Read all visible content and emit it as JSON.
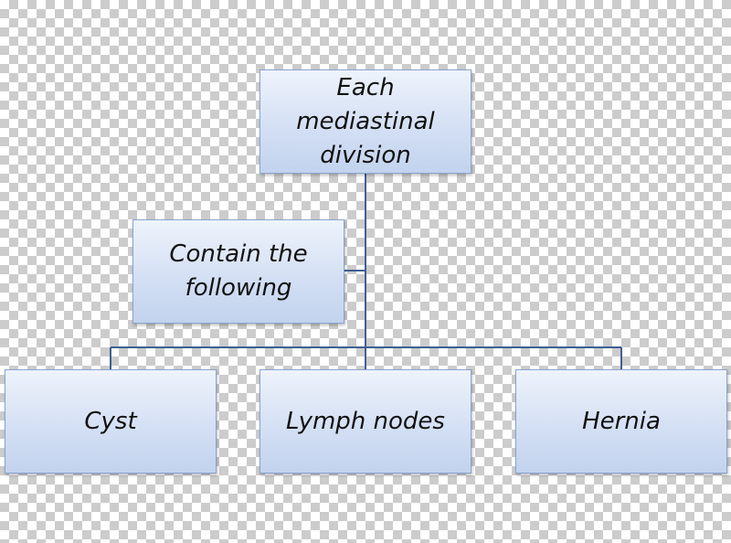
{
  "diagram": {
    "root": {
      "label": "Each mediastinal\ndivision"
    },
    "middle": {
      "label": "Contain the\nfollowing"
    },
    "children": [
      {
        "label": "Cyst"
      },
      {
        "label": "Lymph nodes"
      },
      {
        "label": "Hernia"
      }
    ]
  },
  "colors": {
    "node_fill_top": "#eef3fb",
    "node_fill_bottom": "#c2d3ee",
    "node_border": "#8aa4cf",
    "connector": "#3f5f93"
  }
}
